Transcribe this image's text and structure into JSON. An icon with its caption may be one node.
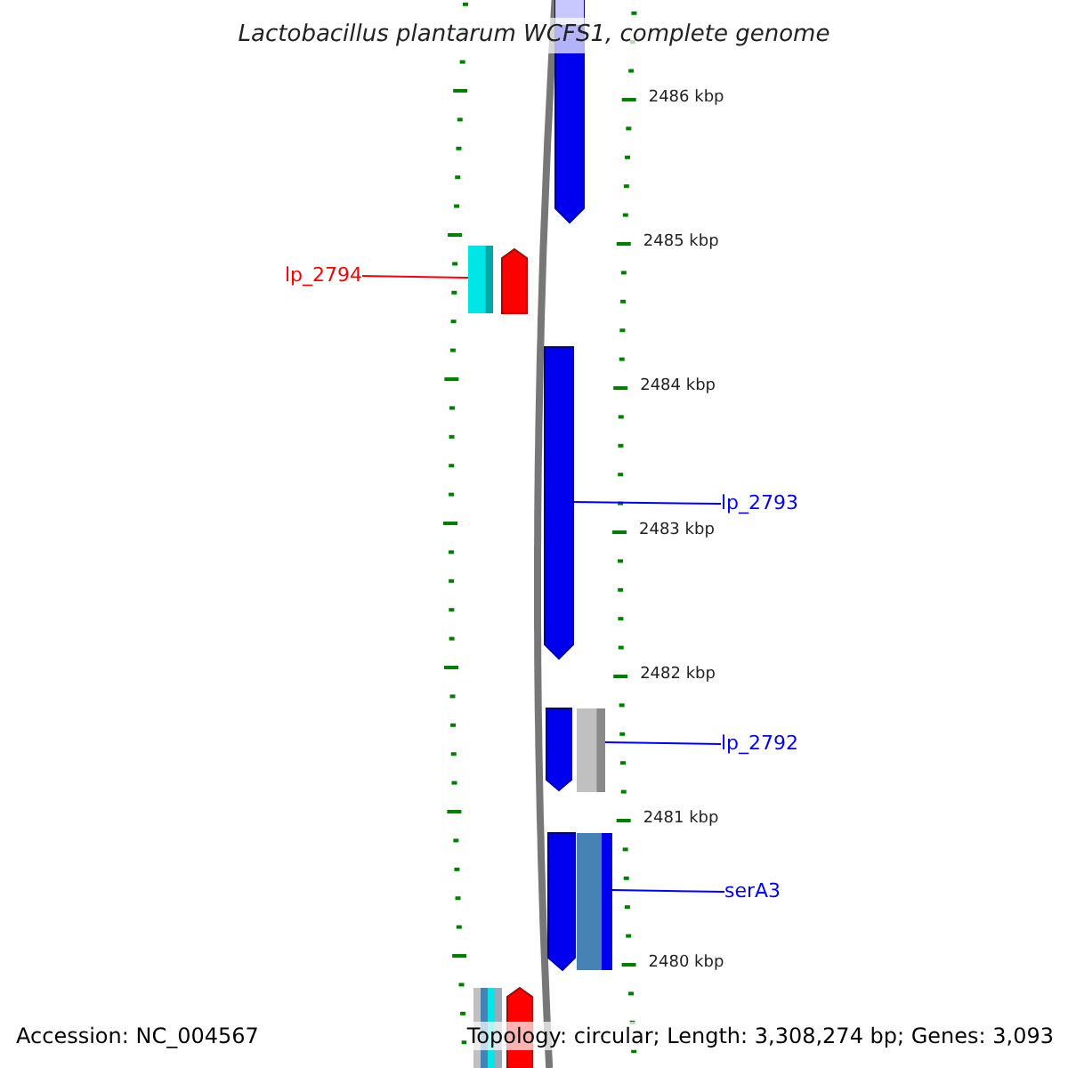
{
  "diagram": {
    "title": "Lactobacillus plantarum WCFS1, complete genome",
    "nodes": [
      {
        "text": [
          "lp_2794"
        ]
      },
      {
        "text": [],
        "shape": "bar"
      },
      {
        "text": [
          "lp_2793"
        ]
      },
      {
        "text": [],
        "shape": "bar"
      },
      {
        "text": [
          "lp_2792"
        ]
      },
      {
        "text": [],
        "shape": "bar"
      },
      {
        "text": [
          "serA3"
        ]
      },
      {
        "text": [],
        "shape": "bar"
      }
    ],
    "edges": [
      {
        "from": 0,
        "to": 1,
        "arrow": "none",
        "color": "#ff0000"
      },
      {
        "from": 2,
        "to": 3,
        "arrow": "none"
      },
      {
        "from": 4,
        "to": 5,
        "arrow": "none"
      },
      {
        "from": 6,
        "to": 7,
        "arrow": "none"
      }
    ],
    "labels": [
      "2486 kbp",
      "2485 kbp",
      "2484 kbp",
      "2483 kbp",
      "2482 kbp",
      "2481 kbp",
      "2480 kbp",
      "Accession: NC_004567",
      "Topology: circular; Length: 3,308,274 bp; Genes: 3,093"
    ]
  }
}
